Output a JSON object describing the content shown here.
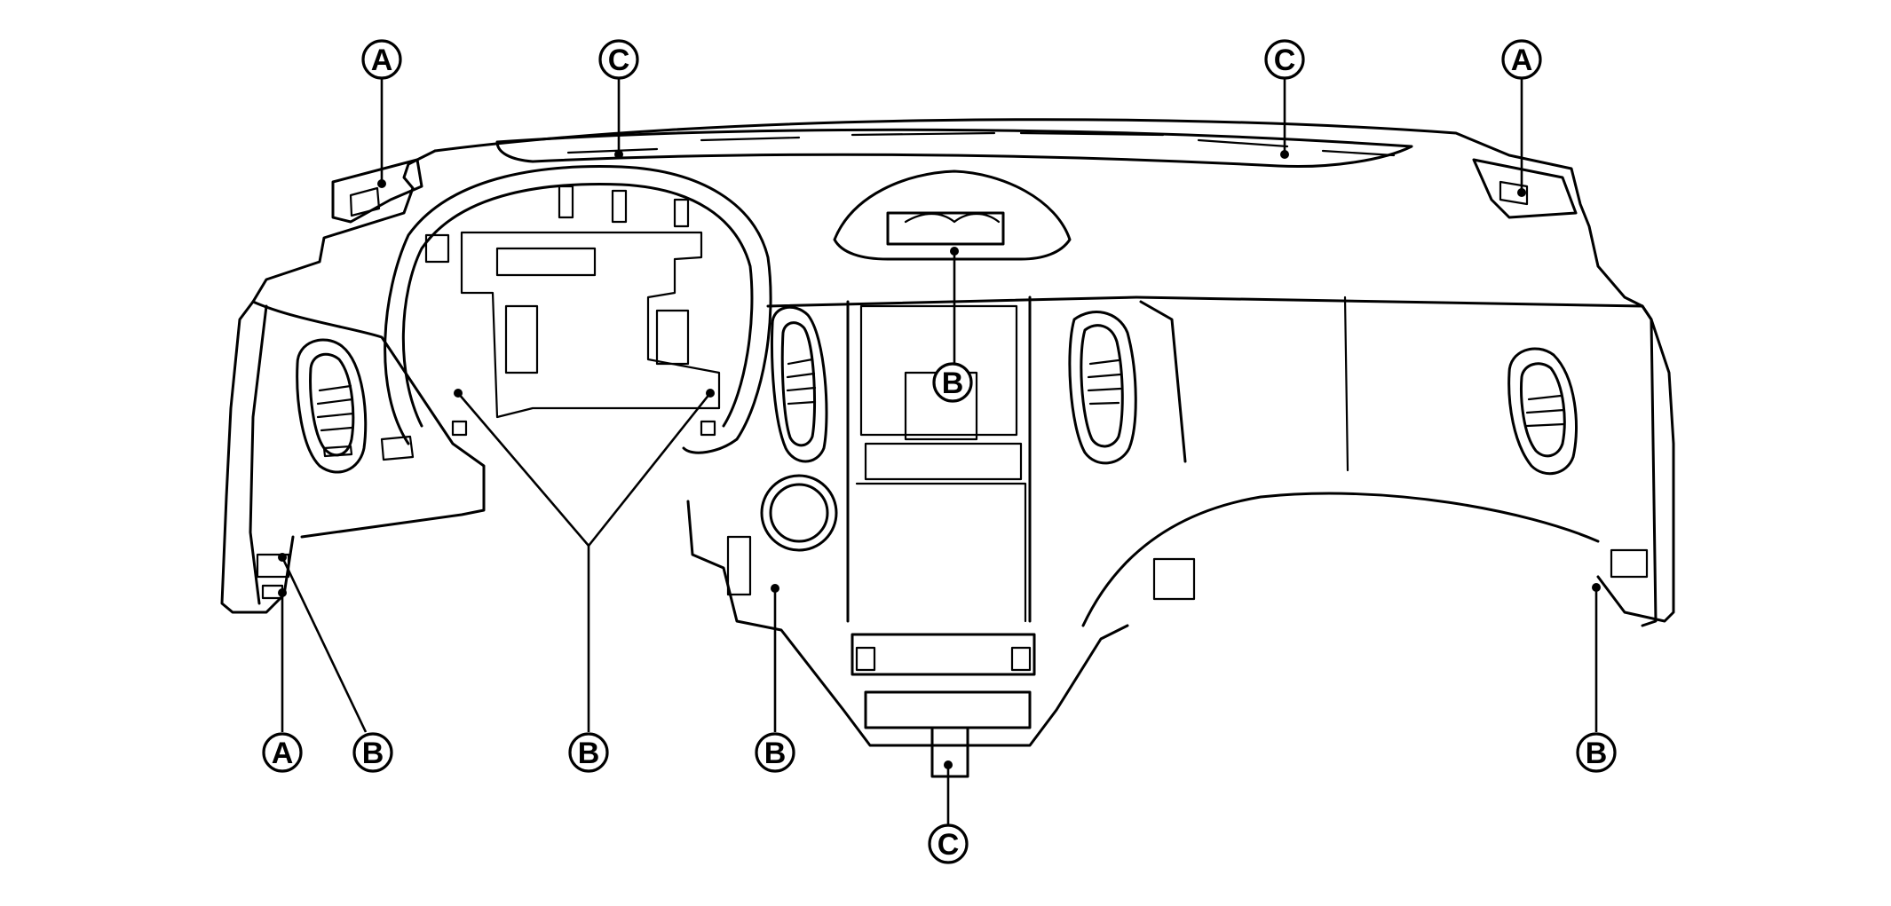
{
  "callouts": {
    "a_top_left": "A",
    "c_top_left": "C",
    "c_top_right": "C",
    "a_top_right": "A",
    "b_cluster": "B",
    "a_bottom_left": "A",
    "b_bottom_left": "B",
    "b_bottom_center_left": "B",
    "b_bottom_center": "B",
    "c_bottom_center": "C",
    "b_bottom_right": "B"
  },
  "colors": {
    "line": "#000000",
    "background": "#ffffff"
  }
}
